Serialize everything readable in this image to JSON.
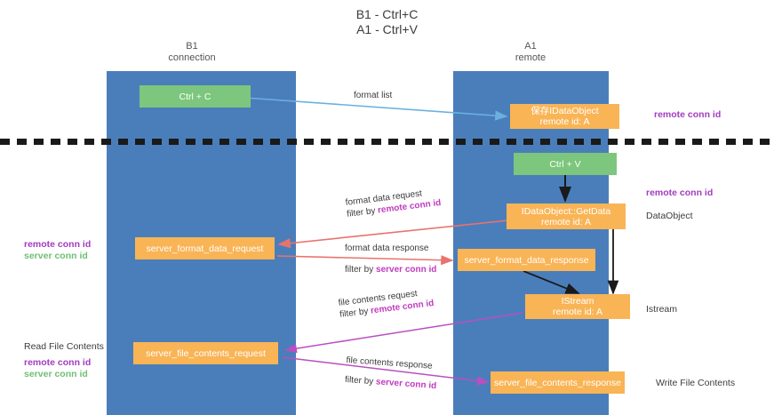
{
  "title": {
    "line1": "B1 - Ctrl+C",
    "line2": "A1 - Ctrl+V"
  },
  "columns": [
    {
      "name": "left-column",
      "label_line1": "B1",
      "label_line2": "connection",
      "color": "#4a7ebb"
    },
    {
      "name": "right-column",
      "label_line1": "A1",
      "label_line2": "remote",
      "color": "#4a7ebb"
    }
  ],
  "nodes": {
    "ctrl_c": {
      "line1": "Ctrl + C",
      "line2": "",
      "color": "#7dc67d"
    },
    "ctrl_v": {
      "line1": "Ctrl + V",
      "line2": "",
      "color": "#7dc67d"
    },
    "dataobject_remote": {
      "line1": "保存IDataObject",
      "line2": "remote id: A",
      "color": "#f9b456"
    },
    "getdata": {
      "line1": "IDataObject::GetData",
      "line2": "remote id: A",
      "color": "#f9b456"
    },
    "istream": {
      "line1": "IStream",
      "line2": "remote id: A",
      "color": "#f9b456"
    },
    "server_format_data_request": {
      "line1": "server_format_data_request",
      "line2": "",
      "color": "#f9b456"
    },
    "server_format_data_response": {
      "line1": "server_format_data_response",
      "line2": "",
      "color": "#f9b456"
    },
    "server_file_contents_request": {
      "line1": "server_file_contents_request",
      "line2": "",
      "color": "#f9b456"
    },
    "server_file_contents_response": {
      "line1": "server_file_contents_response",
      "line2": "",
      "color": "#f9b456"
    }
  },
  "edge_labels": {
    "format_list": "format list",
    "format_data_request": "format data request",
    "format_data_request_filter_prefix": "filter by ",
    "format_data_request_filter_kw": "remote conn id",
    "format_data_response": "format data response",
    "format_data_response_filter_prefix": "filter by ",
    "format_data_response_filter_kw": "server conn id",
    "file_contents_request": "file contents request",
    "file_contents_request_filter_prefix": "filter by ",
    "file_contents_request_filter_kw": "remote conn id",
    "file_contents_response": "file contents response",
    "file_contents_response_filter_prefix": "filter by ",
    "file_contents_response_filter_kw": "server conn id"
  },
  "side_labels": {
    "right_remote_conn_id_top": "remote conn id",
    "right_remote_conn_id_mid": "remote conn id",
    "right_dataobject": "DataObject",
    "right_istream": "Istream",
    "right_write_file_contents": "Write File Contents",
    "left_remote_conn_id_mid": "remote conn id",
    "left_server_conn_id_mid": "server conn id",
    "left_read_file_contents": "Read File Contents",
    "left_remote_conn_id_bottom": "remote conn id",
    "left_server_conn_id_bottom": "server conn id"
  },
  "colors": {
    "column_blue": "#4a7ebb",
    "node_orange": "#f9b456",
    "node_green": "#7dc67d",
    "keyword_purple": "#a33bbf",
    "keyword_green": "#6fbf73",
    "arrow_lightblue": "#6ab0e0",
    "arrow_red": "#e8736c",
    "arrow_magenta": "#b94fc0",
    "arrow_black": "#1a1a1a",
    "divider_black": "#1a1a1a"
  }
}
